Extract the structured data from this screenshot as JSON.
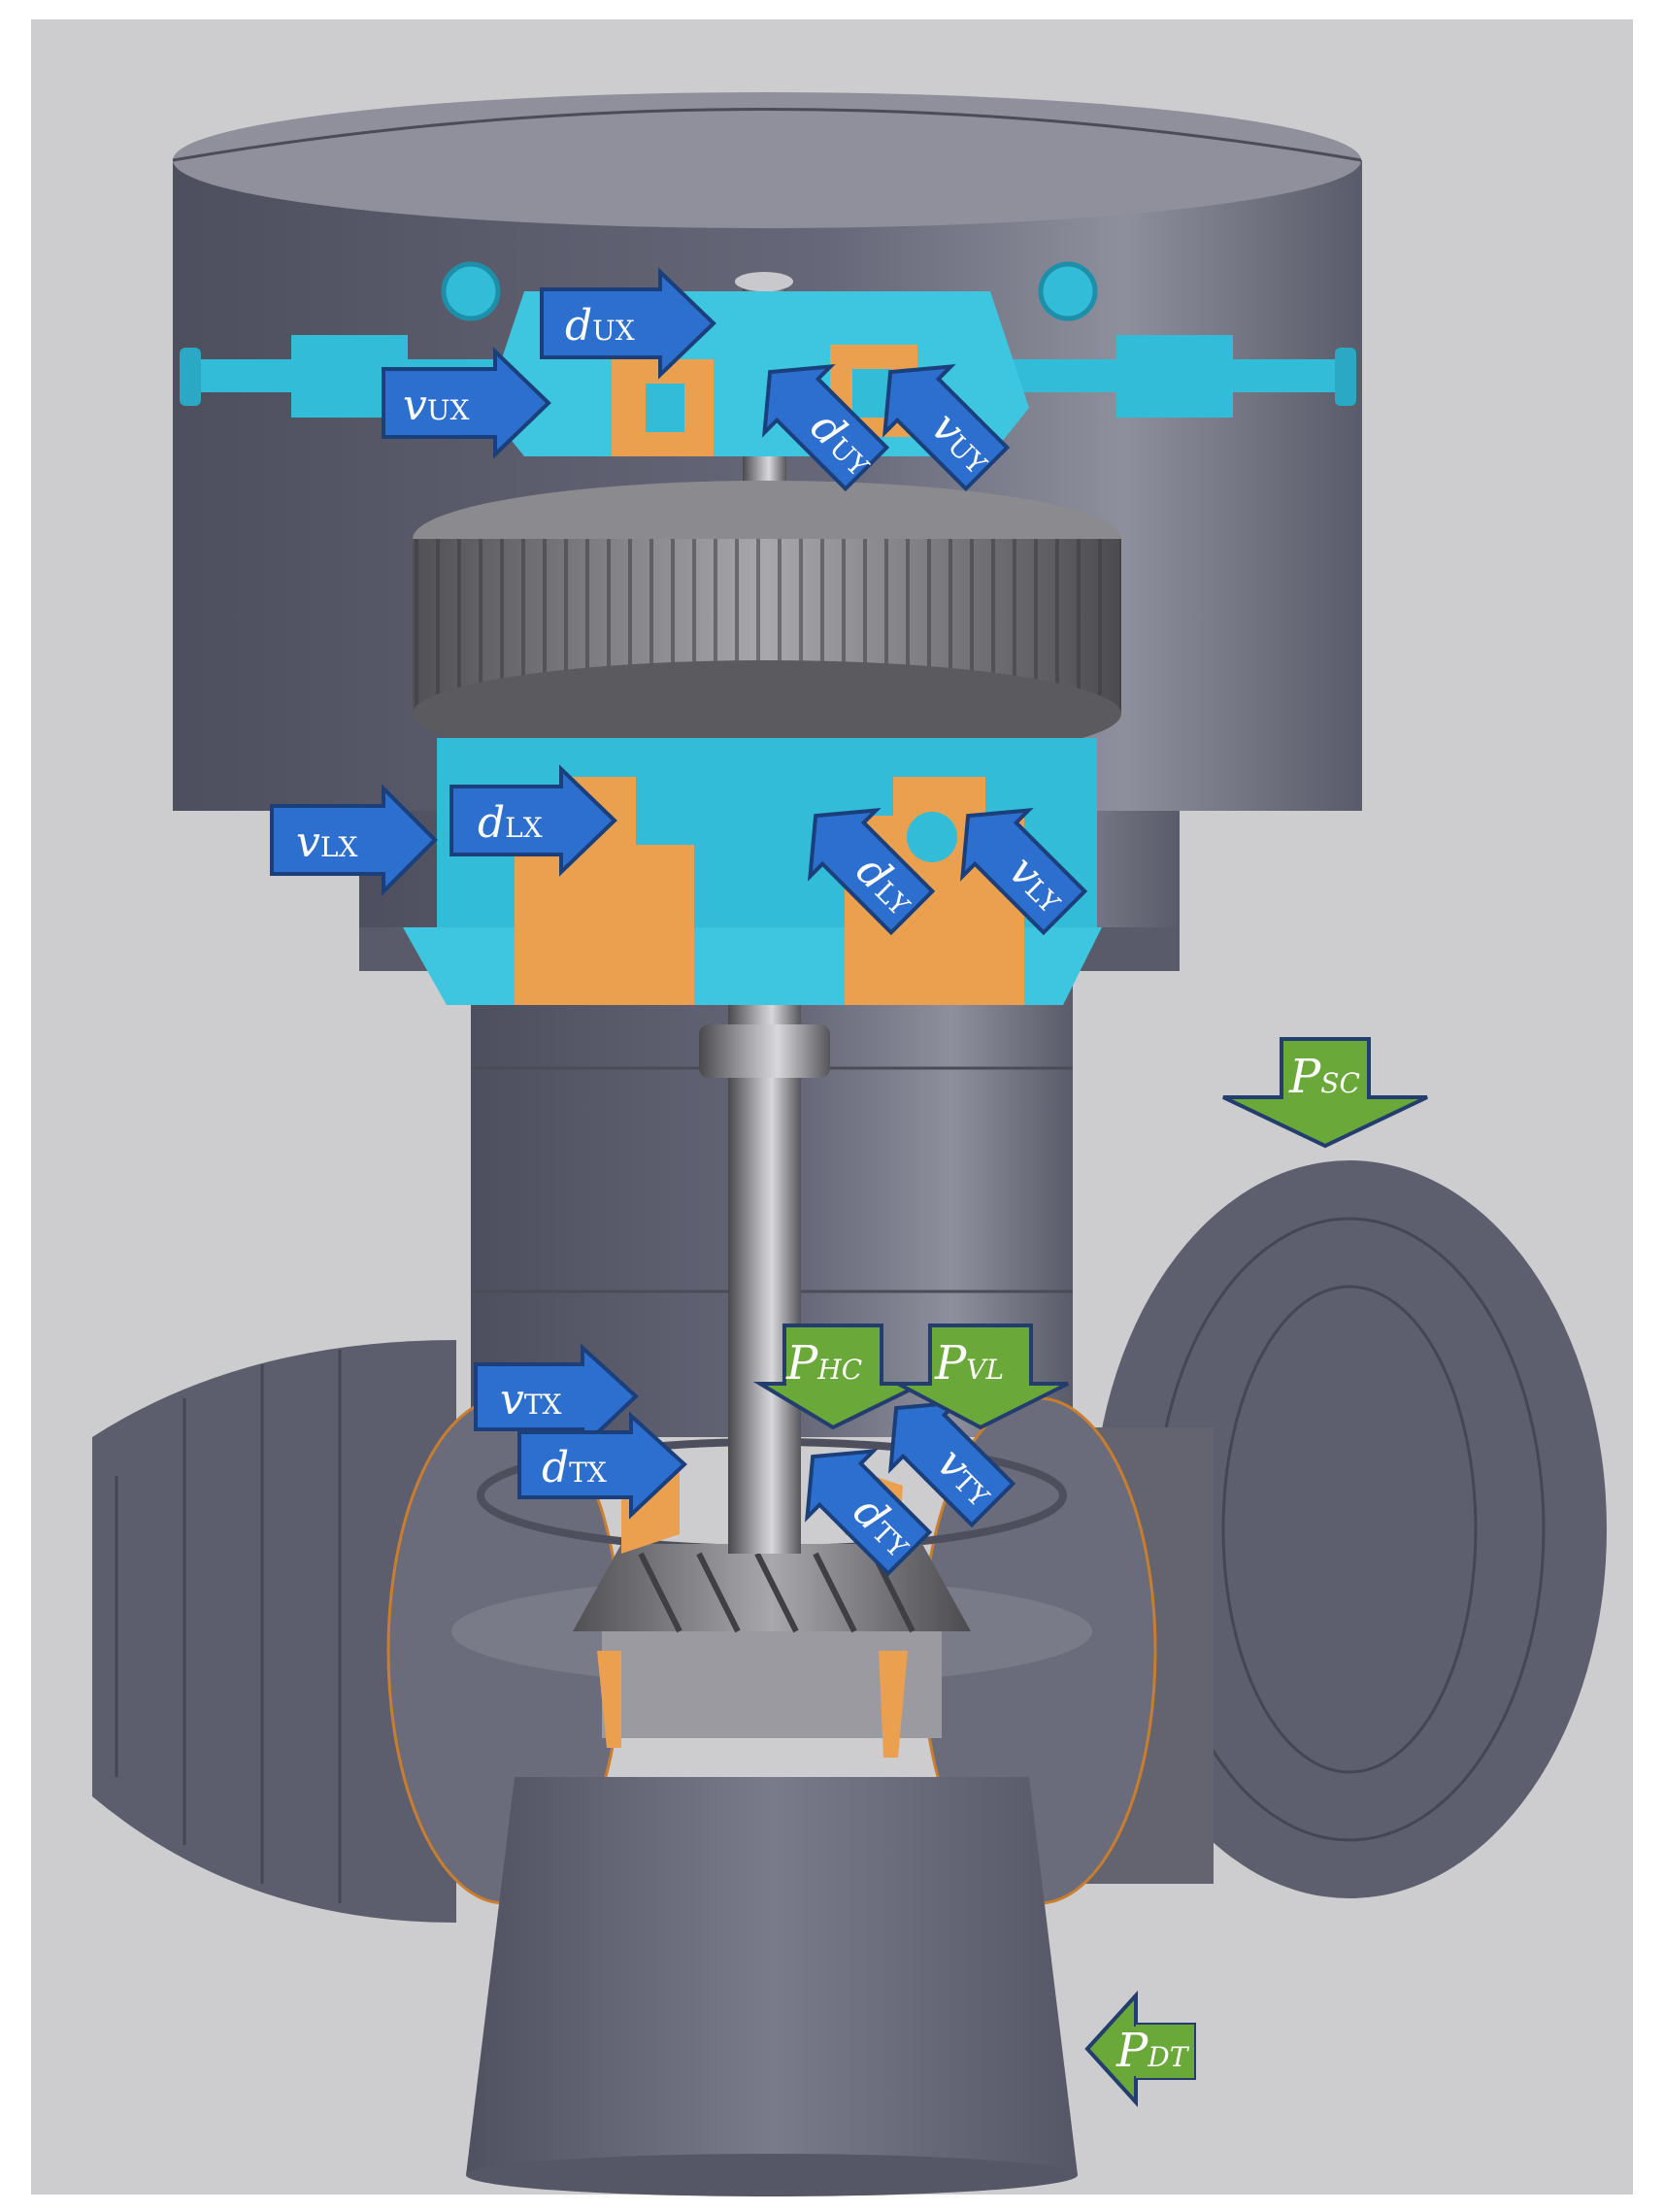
{
  "colors": {
    "background": "#cdcdcf",
    "housing": "#5d5e6d",
    "bearing_cyan": "#33bcd8",
    "bearing_orange": "#eaa04e",
    "arrow_blue": "#2d6fcf",
    "arrow_green": "#6aa83a"
  },
  "labels": {
    "dUX": {
      "main": "d",
      "sub": "UX"
    },
    "vUX": {
      "main": "v",
      "sub": "UX"
    },
    "dUY": {
      "main": "d",
      "sub": "UY"
    },
    "vUY": {
      "main": "v",
      "sub": "UY"
    },
    "dLX": {
      "main": "d",
      "sub": "LX"
    },
    "vLX": {
      "main": "v",
      "sub": "LX"
    },
    "dLY": {
      "main": "d",
      "sub": "LY"
    },
    "vLY": {
      "main": "v",
      "sub": "LY"
    },
    "vTX": {
      "main": "v",
      "sub": "TX"
    },
    "dTX": {
      "main": "d",
      "sub": "TX"
    },
    "vTY": {
      "main": "v",
      "sub": "TY"
    },
    "dTY": {
      "main": "d",
      "sub": "TY"
    },
    "PSC": {
      "main": "P",
      "sub": "SC"
    },
    "PHC": {
      "main": "P",
      "sub": "HC"
    },
    "PVL": {
      "main": "P",
      "sub": "VL"
    },
    "PDT": {
      "main": "P",
      "sub": "DT"
    }
  }
}
